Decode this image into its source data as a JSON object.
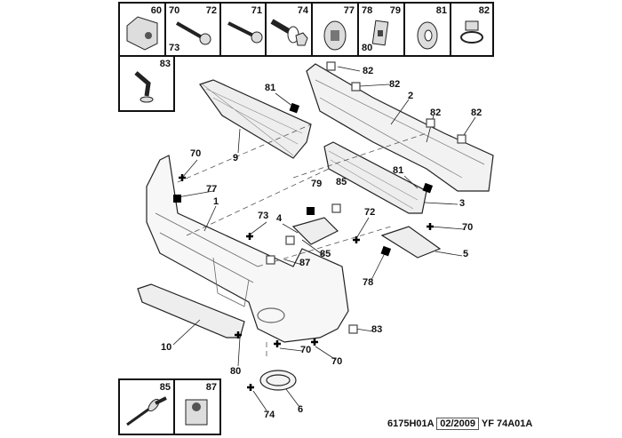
{
  "hardware_boxes": [
    {
      "labels": [
        "60"
      ]
    },
    {
      "labels": [
        "70",
        "72",
        "73"
      ]
    },
    {
      "labels": [
        "71"
      ]
    },
    {
      "labels": [
        "74"
      ]
    },
    {
      "labels": [
        "77"
      ]
    },
    {
      "labels": [
        "78",
        "79",
        "80"
      ]
    },
    {
      "labels": [
        "81"
      ]
    },
    {
      "labels": [
        "82"
      ]
    },
    {
      "labels": [
        "83"
      ]
    },
    {
      "labels": [
        "85"
      ]
    },
    {
      "labels": [
        "87"
      ]
    }
  ],
  "callouts": [
    "82",
    "82",
    "2",
    "82",
    "82",
    "81",
    "9",
    "81",
    "3",
    "70",
    "77",
    "1",
    "79",
    "85",
    "72",
    "73",
    "4",
    "70",
    "5",
    "85",
    "87",
    "78",
    "10",
    "83",
    "80",
    "70",
    "70",
    "74",
    "6"
  ],
  "footer": {
    "ref": "6175H01A",
    "date": "02/2009",
    "code": "YF 74A01A"
  }
}
